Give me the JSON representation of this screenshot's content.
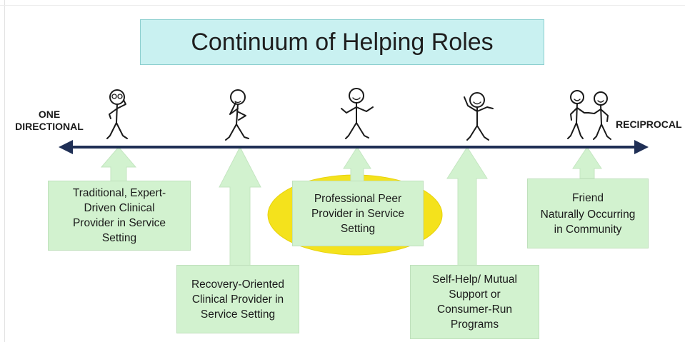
{
  "title": "Continuum of Helping Roles",
  "axis": {
    "left_label": "ONE DIRECTIONAL",
    "right_label": "RECIPROCAL"
  },
  "roles": [
    {
      "id": "traditional",
      "lines": [
        "Traditional, Expert-",
        "Driven Clinical",
        "Provider in Service",
        "Setting"
      ]
    },
    {
      "id": "recovery",
      "lines": [
        "Recovery-Oriented",
        "Clinical Provider in",
        "Service Setting"
      ]
    },
    {
      "id": "peer",
      "lines": [
        "Professional Peer",
        "Provider in Service",
        "Setting"
      ]
    },
    {
      "id": "selfhelp",
      "lines": [
        "Self-Help/ Mutual",
        "Support or",
        "Consumer-Run",
        "Programs"
      ]
    },
    {
      "id": "friend",
      "lines": [
        "Friend",
        "Naturally Occurring",
        "in Community"
      ]
    }
  ],
  "highlighted_role": "peer",
  "colors": {
    "axis": "#1f2f55",
    "arrow_fill": "#d2f2cf",
    "box_fill": "#d2f2cf",
    "highlight": "#f4e21c",
    "title_fill": "#c9f1f1"
  },
  "icons": [
    "thinking-figure-icon",
    "pondering-figure-icon",
    "welcoming-figure-icon",
    "cheering-figure-icon",
    "handshake-figures-icon"
  ]
}
